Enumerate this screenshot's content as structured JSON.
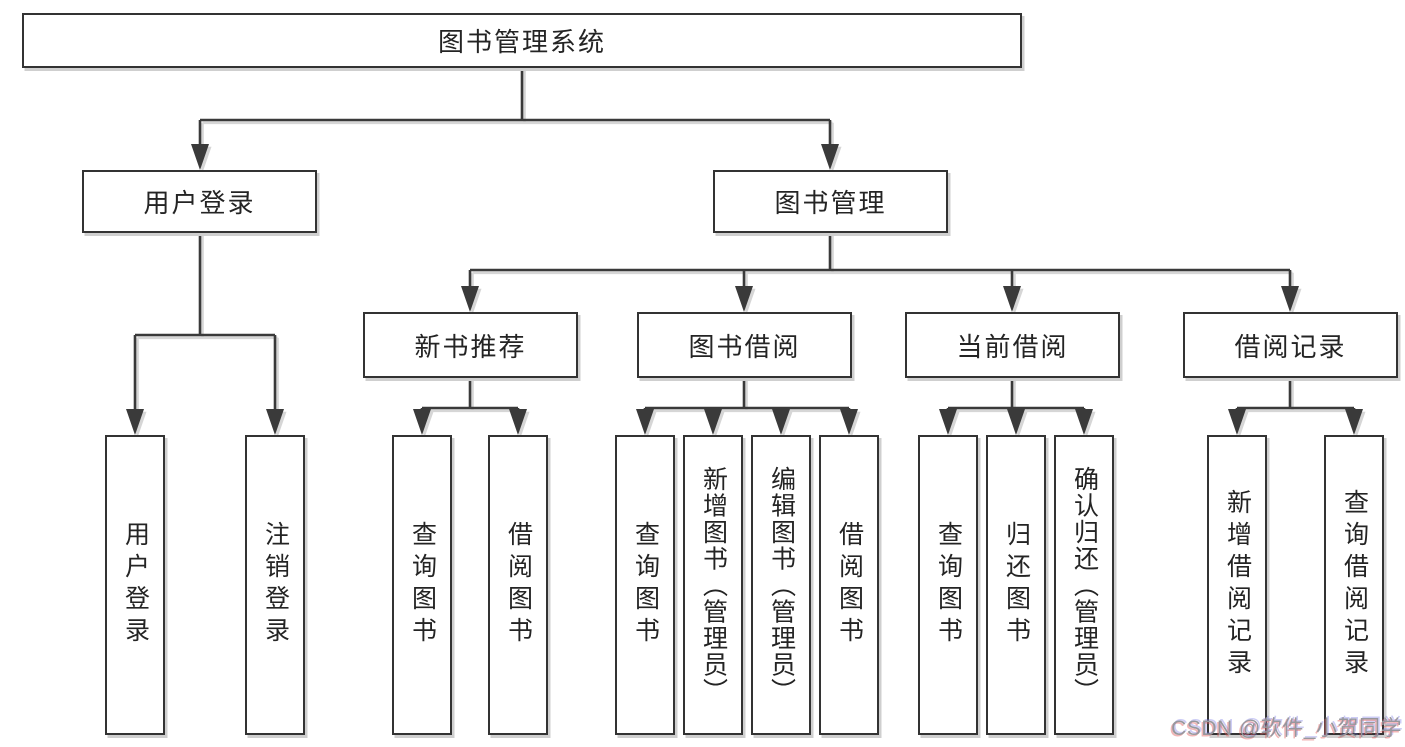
{
  "tree": {
    "label": "图书管理系统",
    "children": [
      {
        "label": "用户登录",
        "children": [
          {
            "label": "用户登录"
          },
          {
            "label": "注销登录"
          }
        ]
      },
      {
        "label": "图书管理",
        "children": [
          {
            "label": "新书推荐",
            "children": [
              {
                "label": "查询图书"
              },
              {
                "label": "借阅图书"
              }
            ]
          },
          {
            "label": "图书借阅",
            "children": [
              {
                "label": "查询图书"
              },
              {
                "label": "新增图书（管理员）"
              },
              {
                "label": "编辑图书（管理员）"
              },
              {
                "label": "借阅图书"
              }
            ]
          },
          {
            "label": "当前借阅",
            "children": [
              {
                "label": "查询图书"
              },
              {
                "label": "归还图书"
              },
              {
                "label": "确认归还（管理员）"
              }
            ]
          },
          {
            "label": "借阅记录",
            "children": [
              {
                "label": "新增借阅记录"
              },
              {
                "label": "查询借阅记录"
              }
            ]
          }
        ]
      }
    ]
  },
  "watermark": {
    "text": "CSDN @软件_小贺同学"
  },
  "colors": {
    "line": "#3a3a3a",
    "line_shadow": "#d6d6d6",
    "box_border": "#333333",
    "box_fill": "#ffffff",
    "text": "#242424",
    "background": "#ffffff",
    "watermark_text": "#97979d"
  }
}
